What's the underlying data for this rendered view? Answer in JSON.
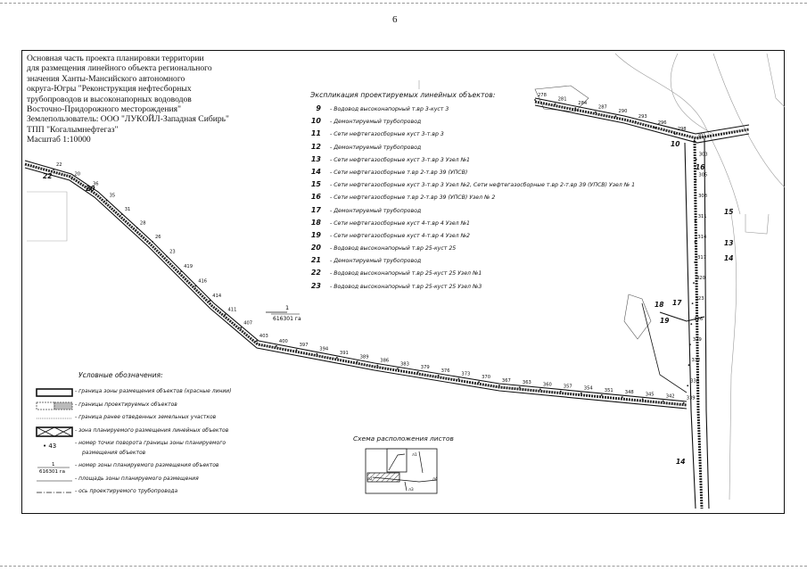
{
  "page_number": "6",
  "title_lines": [
    "Основная часть проекта планировки территории",
    "для размещения линейного объекта регионального",
    "значения Ханты-Мансийского автономного",
    "округа-Югры \"Реконструкция нефтесборных",
    "трубопроводов и высоконапорных водоводов",
    "Восточно-Придорожного месторождения\"",
    "Землепользователь: ООО \"ЛУКОЙЛ-Западная Сибирь\"",
    "ТПП \"Когалымнефтегаз\"",
    "Масштаб 1:10000"
  ],
  "explication": {
    "title": "Экспликация проектируемых линейных объектов:",
    "items": [
      {
        "num": "9",
        "text": "Водовод высоконапорный т.вр 3-куст 3"
      },
      {
        "num": "10",
        "text": "Демонтируемый трубопровод"
      },
      {
        "num": "11",
        "text": "Сети нефтегазосборные куст 3-т.вр 3"
      },
      {
        "num": "12",
        "text": "Демонтируемый трубопровод"
      },
      {
        "num": "13",
        "text": "Сети нефтегазосборные куст 3-т.вр 3 Узел №1"
      },
      {
        "num": "14",
        "text": "Сети нефтегазосборные т.вр 2-т.вр 39 (УПСВ)"
      },
      {
        "num": "15",
        "text": "Сети нефтегазосборные куст 3-т.вр 3 Узел №2, Сети нефтегазосборные т.вр 2-т.вр 39 (УПСВ) Узел № 1"
      },
      {
        "num": "16",
        "text": "Сети нефтегазосборные т.вр 2-т.вр 39 (УПСВ) Узел № 2"
      },
      {
        "num": "17",
        "text": "Демонтируемый трубопровод"
      },
      {
        "num": "18",
        "text": "Сети нефтегазосборные куст 4-т.вр 4 Узел №1"
      },
      {
        "num": "19",
        "text": "Сети нефтегазосборные куст 4-т.вр 4 Узел №2"
      },
      {
        "num": "20",
        "text": "Водовод высоконапорный т.вр 25-куст 25"
      },
      {
        "num": "21",
        "text": "Демонтируемый трубопровод"
      },
      {
        "num": "22",
        "text": "Водовод высоконапорный т.вр 25-куст 25 Узел №1"
      },
      {
        "num": "23",
        "text": "Водовод высоконапорный т.вр 25-куст 25 Узел №3"
      }
    ]
  },
  "legend": {
    "title": "Условные обозначения:",
    "items": [
      {
        "key": "red-line",
        "text": "- граница зоны размещения объектов (красные линии)"
      },
      {
        "key": "designed",
        "text": "- границы проектируемых объектов"
      },
      {
        "key": "allotted",
        "text": "- граница ранее отведенных земельных участков"
      },
      {
        "key": "zone",
        "text": "- зона планируемого размещения линейных объектов"
      },
      {
        "key": "point",
        "text": "- номер точки поворота границы зоны планируемого",
        "text2": "размещения объектов",
        "symbol_label": "• 43"
      },
      {
        "key": "zone-number",
        "text": "- номер зоны планируемого размещения объектов",
        "symbol_top": "1",
        "symbol_bottom": "616301 га"
      },
      {
        "key": "area",
        "text": "- площадь зоны планируемого размещения"
      },
      {
        "key": "axis",
        "text": "- ось проектируемого трубопровода"
      }
    ]
  },
  "scheme": {
    "title": "Схема расположения листов",
    "sheet_labels": [
      "л1",
      "л2",
      "л3",
      "л4"
    ]
  },
  "zone_label": {
    "top": "1",
    "bottom": "616301 га"
  },
  "map_numbers": [
    "22",
    "20",
    "36",
    "35",
    "31",
    "28",
    "26",
    "23",
    "419",
    "416",
    "414",
    "411",
    "407",
    "403",
    "400",
    "397",
    "394",
    "391",
    "389",
    "386",
    "383",
    "379",
    "376",
    "373",
    "370",
    "367",
    "363",
    "360",
    "357",
    "354",
    "351",
    "348",
    "345",
    "342",
    "339",
    "336",
    "332",
    "329",
    "326",
    "323",
    "320",
    "317",
    "314",
    "311",
    "308",
    "305",
    "303",
    "301",
    "298",
    "296",
    "293",
    "290",
    "287",
    "284",
    "281",
    "278"
  ],
  "map_big_numbers": [
    "22",
    "20",
    "10",
    "16",
    "13",
    "15",
    "14",
    "18",
    "17",
    "19",
    "14"
  ],
  "colors": {
    "ink": "#111111",
    "paper": "#ffffff",
    "hatch": "#222222",
    "faint": "#8a8a8a"
  }
}
